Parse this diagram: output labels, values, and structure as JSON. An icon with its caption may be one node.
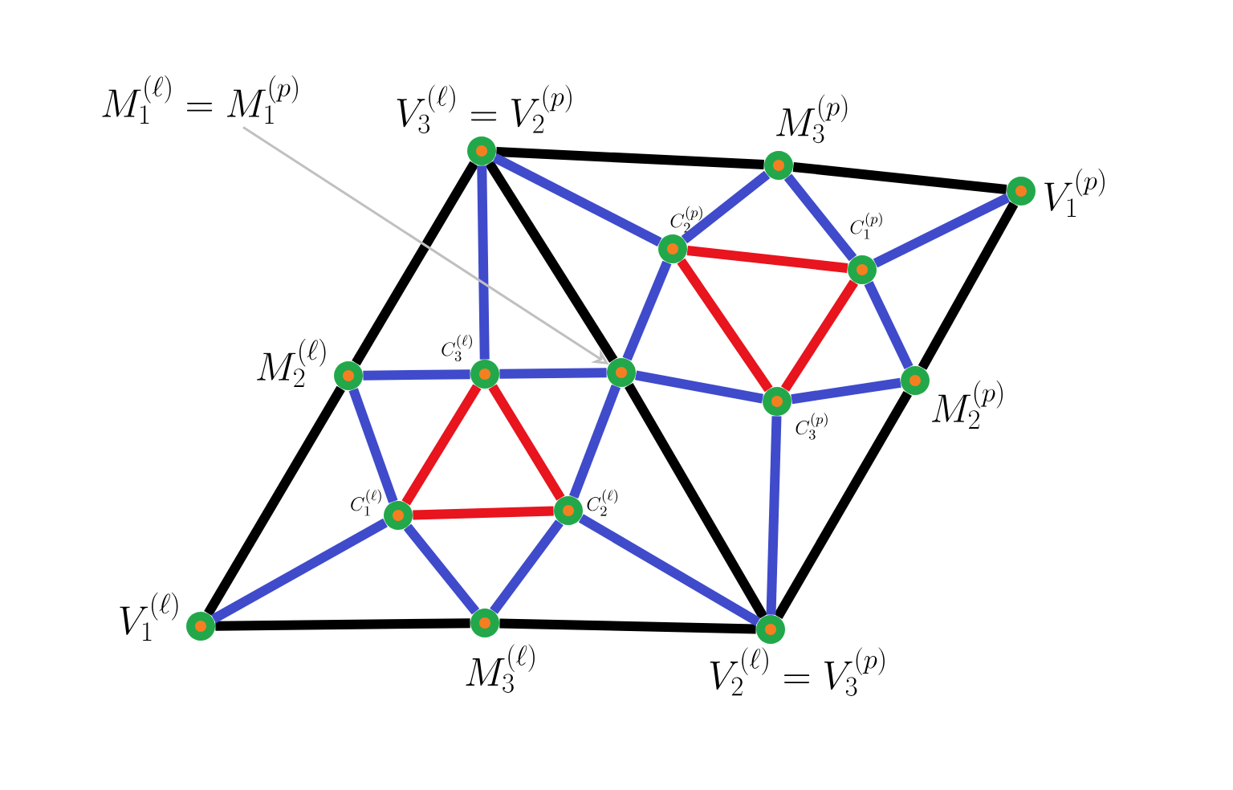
{
  "diagram": {
    "nodes": [
      {
        "text": [
          "M_1^{(\\ell)}=M_1^{(p)}"
        ]
      },
      {
        "text": [],
        "shape": "circle",
        "beside": [
          "V_3^{(\\ell)}=V_2^{(p)}"
        ]
      },
      {
        "text": [],
        "shape": "circle",
        "beside": [
          "M_3^{(p)}"
        ]
      },
      {
        "text": [],
        "shape": "circle",
        "beside": [
          "V_1^{(p)}"
        ]
      },
      {
        "text": [],
        "shape": "circle",
        "beside": [
          "C_2^{(p)}"
        ]
      },
      {
        "text": [],
        "shape": "circle",
        "beside": [
          "C_1^{(p)}"
        ]
      },
      {
        "text": [],
        "shape": "circle",
        "beside": [
          "M_2^{(\\ell)}"
        ]
      },
      {
        "text": [],
        "shape": "circle",
        "beside": [
          "C_3^{(\\ell)}"
        ]
      },
      {
        "text": [],
        "shape": "circle"
      },
      {
        "text": [],
        "shape": "circle",
        "beside": [
          "M_2^{(p)}"
        ]
      },
      {
        "text": [],
        "shape": "circle",
        "beside": [
          "C_3^{(p)}"
        ]
      },
      {
        "text": [],
        "shape": "circle",
        "beside": [
          "C_1^{(\\ell)}"
        ]
      },
      {
        "text": [],
        "shape": "circle",
        "beside": [
          "C_2^{(\\ell)}"
        ]
      },
      {
        "text": [],
        "shape": "circle",
        "beside": [
          "V_1^{(\\ell)}"
        ]
      },
      {
        "text": [],
        "shape": "circle",
        "beside": [
          "M_3^{(\\ell)}"
        ]
      },
      {
        "text": [],
        "shape": "circle",
        "beside": [
          "V_2^{(\\ell)}=V_3^{(p)}"
        ]
      }
    ],
    "edges": [
      {
        "from": 13,
        "to": 14,
        "arrow": "none",
        "color": "#000000"
      },
      {
        "from": 14,
        "to": 15,
        "arrow": "none",
        "color": "#000000"
      },
      {
        "from": 13,
        "to": 6,
        "arrow": "none",
        "color": "#000000"
      },
      {
        "from": 6,
        "to": 1,
        "arrow": "none",
        "color": "#000000"
      },
      {
        "from": 1,
        "to": 8,
        "arrow": "none",
        "color": "#000000"
      },
      {
        "from": 8,
        "to": 15,
        "arrow": "none",
        "color": "#000000"
      },
      {
        "from": 1,
        "to": 2,
        "arrow": "none",
        "color": "#000000"
      },
      {
        "from": 2,
        "to": 3,
        "arrow": "none",
        "color": "#000000"
      },
      {
        "from": 3,
        "to": 9,
        "arrow": "none",
        "color": "#000000"
      },
      {
        "from": 9,
        "to": 15,
        "arrow": "none",
        "color": "#000000"
      },
      {
        "from": 1,
        "to": 7,
        "arrow": "none"
      },
      {
        "from": 6,
        "to": 7,
        "arrow": "none"
      },
      {
        "from": 7,
        "to": 8,
        "arrow": "none"
      },
      {
        "from": 6,
        "to": 11,
        "arrow": "none"
      },
      {
        "from": 11,
        "to": 13,
        "arrow": "none"
      },
      {
        "from": 11,
        "to": 14,
        "arrow": "none"
      },
      {
        "from": 14,
        "to": 12,
        "arrow": "none"
      },
      {
        "from": 12,
        "to": 15,
        "arrow": "none"
      },
      {
        "from": 12,
        "to": 8,
        "arrow": "none"
      },
      {
        "from": 8,
        "to": 4,
        "arrow": "none"
      },
      {
        "from": 4,
        "to": 1,
        "arrow": "none"
      },
      {
        "from": 4,
        "to": 2,
        "arrow": "none"
      },
      {
        "from": 2,
        "to": 5,
        "arrow": "none"
      },
      {
        "from": 5,
        "to": 3,
        "arrow": "none"
      },
      {
        "from": 5,
        "to": 9,
        "arrow": "none"
      },
      {
        "from": 9,
        "to": 10,
        "arrow": "none"
      },
      {
        "from": 10,
        "to": 8,
        "arrow": "none"
      },
      {
        "from": 10,
        "to": 15,
        "arrow": "none"
      },
      {
        "from": 7,
        "to": 11,
        "arrow": "none",
        "color": "#e8141e"
      },
      {
        "from": 11,
        "to": 12,
        "arrow": "none",
        "color": "#e8141e"
      },
      {
        "from": 12,
        "to": 7,
        "arrow": "none",
        "color": "#e8141e"
      },
      {
        "from": 4,
        "to": 5,
        "arrow": "none",
        "color": "#e8141e"
      },
      {
        "from": 5,
        "to": 10,
        "arrow": "none",
        "color": "#e8141e"
      },
      {
        "from": 10,
        "to": 4,
        "arrow": "none",
        "color": "#e8141e"
      },
      {
        "from": 0,
        "to": 8,
        "arrow": "to",
        "color": "#c0c0c0"
      }
    ]
  }
}
